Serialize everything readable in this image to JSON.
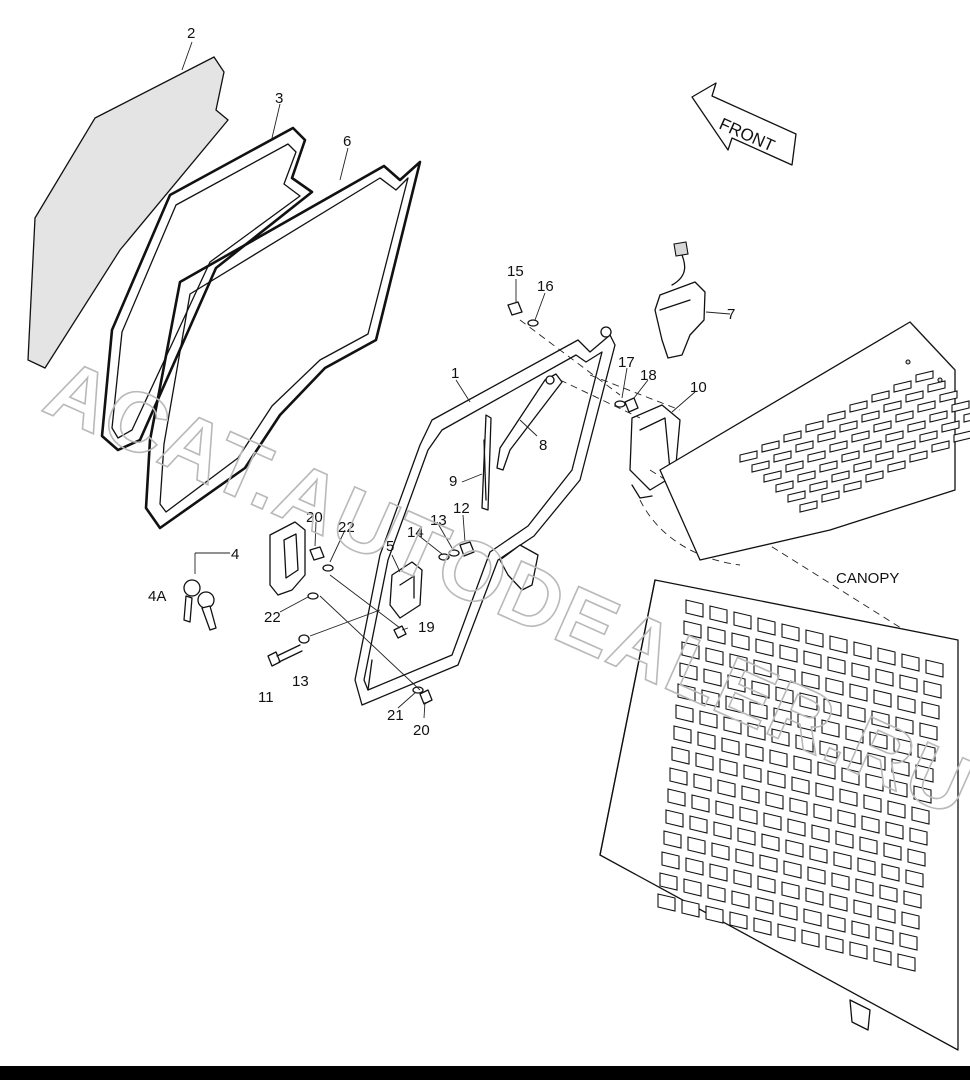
{
  "watermark": "ACAT.AUTODEALER.RU",
  "labels": {
    "front": "FRONT",
    "canopy": "CANOPY"
  },
  "callouts": [
    "1",
    "2",
    "3",
    "4",
    "4A",
    "5",
    "6",
    "7",
    "8",
    "9",
    "10",
    "11",
    "12",
    "13",
    "13",
    "14",
    "15",
    "16",
    "17",
    "18",
    "19",
    "20",
    "20",
    "21",
    "22",
    "22"
  ],
  "colors": {
    "line": "#111111",
    "glass_fill": "#e4e4e4",
    "watermark": "#b9b9b9",
    "bottom_bar": "#000000"
  }
}
